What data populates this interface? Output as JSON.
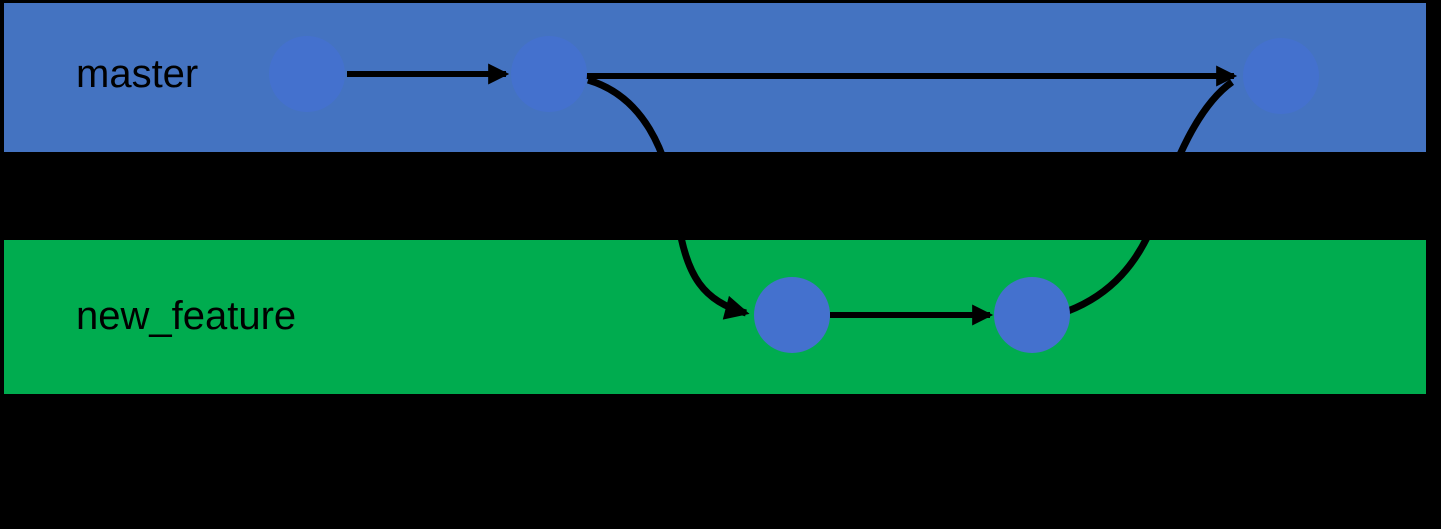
{
  "diagram": {
    "kind": "git-branch-merge-diagram",
    "background_color": "#000000",
    "connector_color": "#000000",
    "commit_node_color": "#4471CE",
    "branches": [
      {
        "name": "master",
        "band_color": "#4473C1",
        "label_color": "#000000",
        "commit_count": 3
      },
      {
        "name": "new_feature",
        "band_color": "#00AC4F",
        "label_color": "#000000",
        "commit_count": 2
      }
    ],
    "edges": [
      {
        "from": "master-commit-1",
        "to": "master-commit-2",
        "kind": "commit-arrow"
      },
      {
        "from": "master-commit-2",
        "to": "master-commit-3",
        "kind": "commit-arrow"
      },
      {
        "from": "master-commit-2",
        "to": "feature-commit-1",
        "kind": "branch-off-curve"
      },
      {
        "from": "feature-commit-1",
        "to": "feature-commit-2",
        "kind": "commit-arrow"
      },
      {
        "from": "feature-commit-2",
        "to": "master-commit-3",
        "kind": "merge-curve"
      }
    ]
  }
}
